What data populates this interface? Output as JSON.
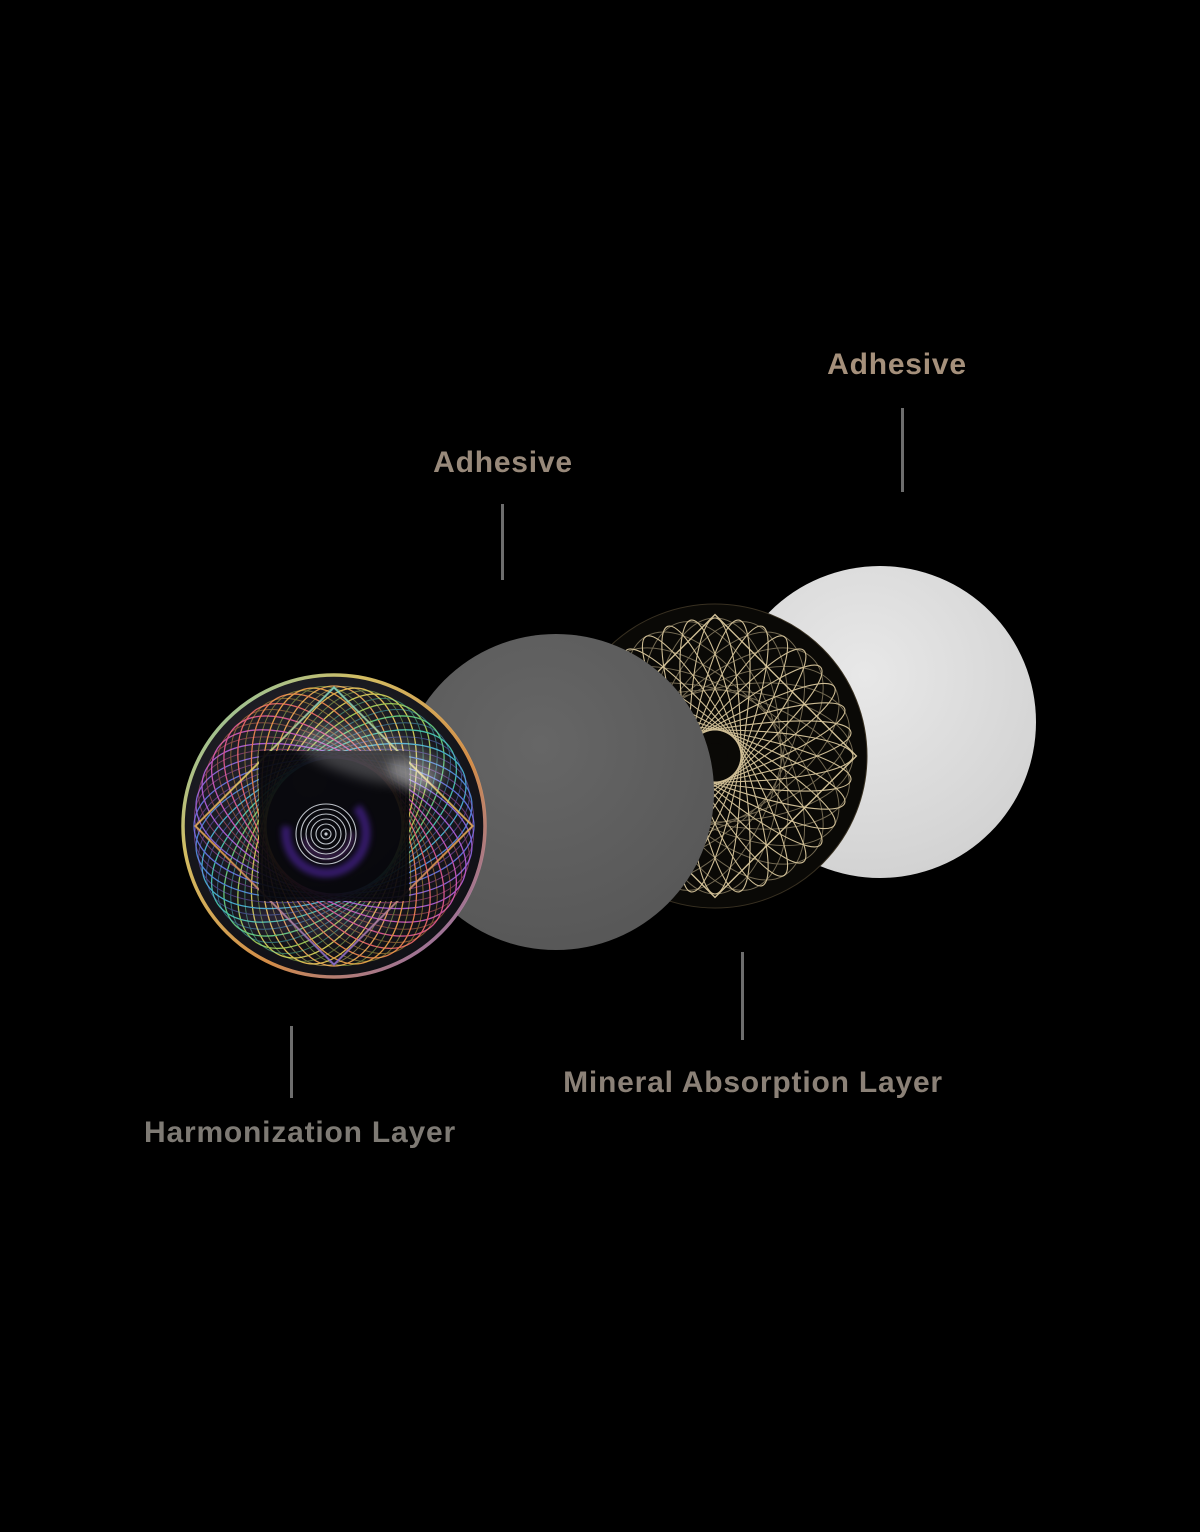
{
  "page": {
    "background_color": "#000000"
  },
  "diagram": {
    "type": "exploded-layer-diagram",
    "connector_line_color": "#6d6d6d",
    "layers": [
      {
        "name": "Harmonization Layer",
        "disc_style": "holographic-spirograph-glass",
        "label_color": "#7e7a74",
        "label_position": "bottom-left"
      },
      {
        "name": "Adhesive",
        "disc_style": "solid-dark-gray",
        "disc_color": "#5b5b5b",
        "label_color": "#98897a",
        "label_position": "top-middle"
      },
      {
        "name": "Mineral Absorption Layer",
        "disc_style": "black-with-gold-torus-pattern",
        "disc_color": "#0a0906",
        "pattern_color": "#d9c79c",
        "label_color": "#8b8177",
        "label_position": "bottom-middle"
      },
      {
        "name": "Adhesive",
        "disc_style": "solid-light-gray",
        "disc_color": "#d9d9d9",
        "label_color": "#a5907b",
        "label_position": "top-right"
      }
    ]
  }
}
